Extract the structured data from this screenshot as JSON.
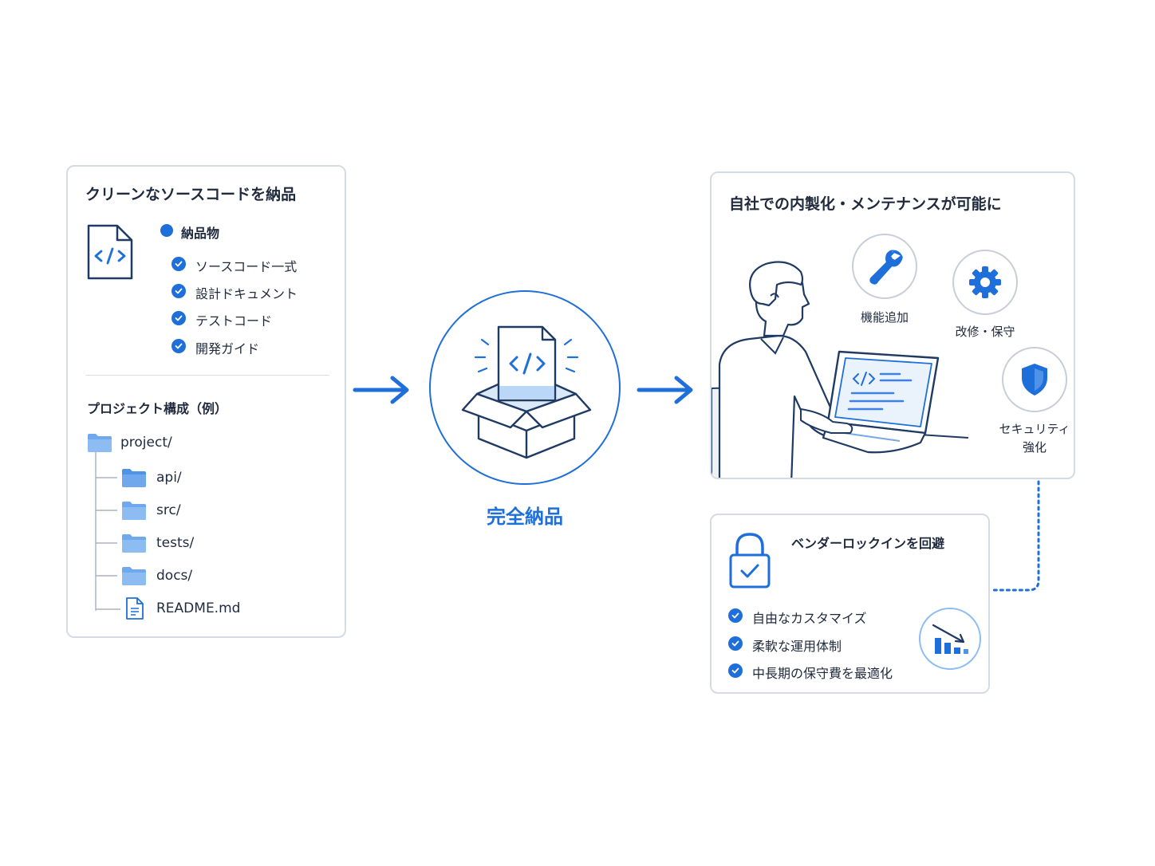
{
  "left": {
    "title": "クリーンなソースコードを納品",
    "deliverables_heading": "納品物",
    "deliverables": [
      "ソースコード一式",
      "設計ドキュメント",
      "テストコード",
      "開発ガイド"
    ],
    "structure_heading": "プロジェクト構成（例）",
    "tree": {
      "root": "project/",
      "children": [
        "api/",
        "src/",
        "tests/",
        "docs/",
        "README.md"
      ]
    }
  },
  "center": {
    "label": "完全納品"
  },
  "right_top": {
    "title": "自社での内製化・メンテナンスが可能に",
    "features": {
      "feature_add": "機能追加",
      "maintenance": "改修・保守",
      "security_line1": "セキュリティ",
      "security_line2": "強化"
    }
  },
  "right_bottom": {
    "title": "ベンダーロックインを回避",
    "items": [
      "自由なカスタマイズ",
      "柔軟な運用体制",
      "中長期の保守費を最適化"
    ]
  },
  "colors": {
    "accent": "#1e6fd9",
    "border": "#d5dbe3",
    "folder": "#6fa8ec"
  }
}
